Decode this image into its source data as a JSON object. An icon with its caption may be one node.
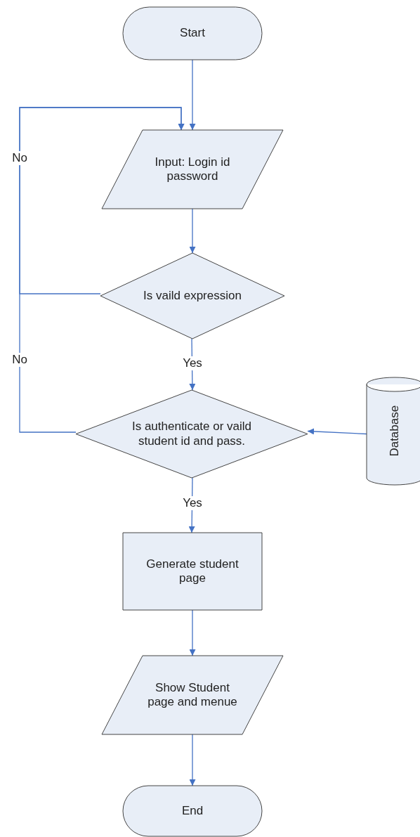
{
  "diagram": {
    "nodes": [
      {
        "text": [
          "Start"
        ]
      },
      {
        "text": [
          "Input: Login id password"
        ]
      },
      {
        "text": [
          "Is vaild expression"
        ]
      },
      {
        "text": [
          "Is authenticate or vaild student id and pass."
        ]
      },
      {
        "text": [
          "Database"
        ]
      },
      {
        "text": [
          "Generate student page"
        ]
      },
      {
        "text": [
          "Show Student page and menue"
        ]
      },
      {
        "text": [
          "End"
        ]
      }
    ],
    "edges": [
      {
        "from": 0,
        "to": 1,
        "arrow": "to"
      },
      {
        "from": 1,
        "to": 2,
        "arrow": "to"
      },
      {
        "from": 2,
        "to": 1,
        "arrow": "to",
        "label": "No"
      },
      {
        "from": 2,
        "to": 3,
        "arrow": "to",
        "label": "Yes"
      },
      {
        "from": 3,
        "to": 1,
        "arrow": "to",
        "label": "No"
      },
      {
        "from": 4,
        "to": 3,
        "arrow": "to"
      },
      {
        "from": 3,
        "to": 5,
        "arrow": "to",
        "label": "Yes"
      },
      {
        "from": 5,
        "to": 6,
        "arrow": "to"
      },
      {
        "from": 6,
        "to": 7,
        "arrow": "to"
      }
    ]
  }
}
